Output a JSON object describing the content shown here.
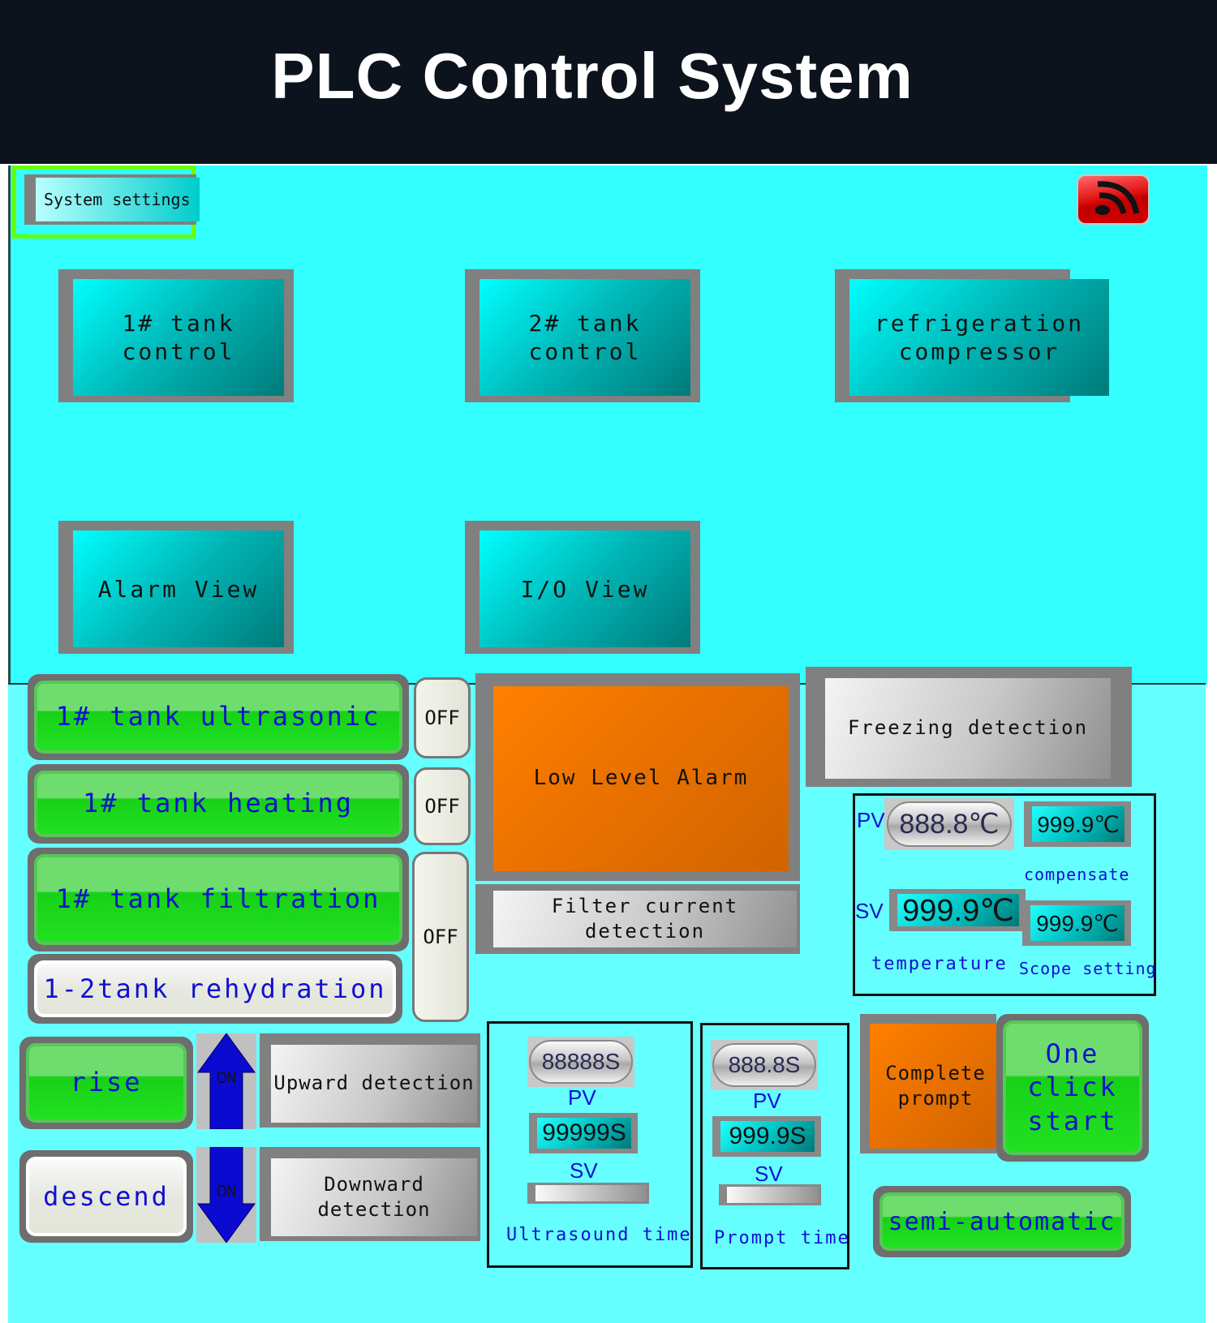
{
  "header": {
    "title": "PLC Control System"
  },
  "top": {
    "system_settings": "System settings",
    "nav_buttons": [
      {
        "label": "1# tank control"
      },
      {
        "label": "2# tank control"
      },
      {
        "label": "refrigeration compressor"
      },
      {
        "label": "Alarm View"
      },
      {
        "label": "I/O View"
      }
    ],
    "signal_icon": "rss-signal-icon"
  },
  "controls": {
    "ultrasonic": "1# tank ultrasonic",
    "heating": "1# tank heating",
    "filtration": "1# tank filtration",
    "rehydration": "1-2tank rehydration",
    "off_labels": [
      "OFF",
      "OFF",
      "OFF"
    ],
    "rise": "rise",
    "descend": "descend",
    "up_arrow_state": "ON",
    "down_arrow_state": "ON",
    "upward_detection": "Upward detection",
    "downward_detection": "Downward detection"
  },
  "alarms": {
    "low_level": "Low Level Alarm",
    "filter_current": "Filter current detection",
    "freezing": "Freezing detection",
    "complete_prompt": "Complete prompt"
  },
  "temperature": {
    "pv_label": "PV",
    "sv_label": "SV",
    "pv_value": "888.8℃",
    "sv_value": "999.9℃",
    "compensate_value": "999.9℃",
    "compensate_label": "compensate",
    "scope_value": "999.9℃",
    "scope_label": "Scope setting",
    "temperature_label": "temperature"
  },
  "ultrasound_time": {
    "pv_value": "88888S",
    "pv_label": "PV",
    "sv_value": "99999S",
    "sv_label": "SV",
    "progress": 0,
    "label": "Ultrasound time"
  },
  "prompt_time": {
    "pv_value": "888.8S",
    "pv_label": "PV",
    "sv_value": "999.9S",
    "sv_label": "SV",
    "progress": 0,
    "label": "Prompt time"
  },
  "actions": {
    "one_click_start": "One click start",
    "semi_automatic": "semi-automatic"
  }
}
